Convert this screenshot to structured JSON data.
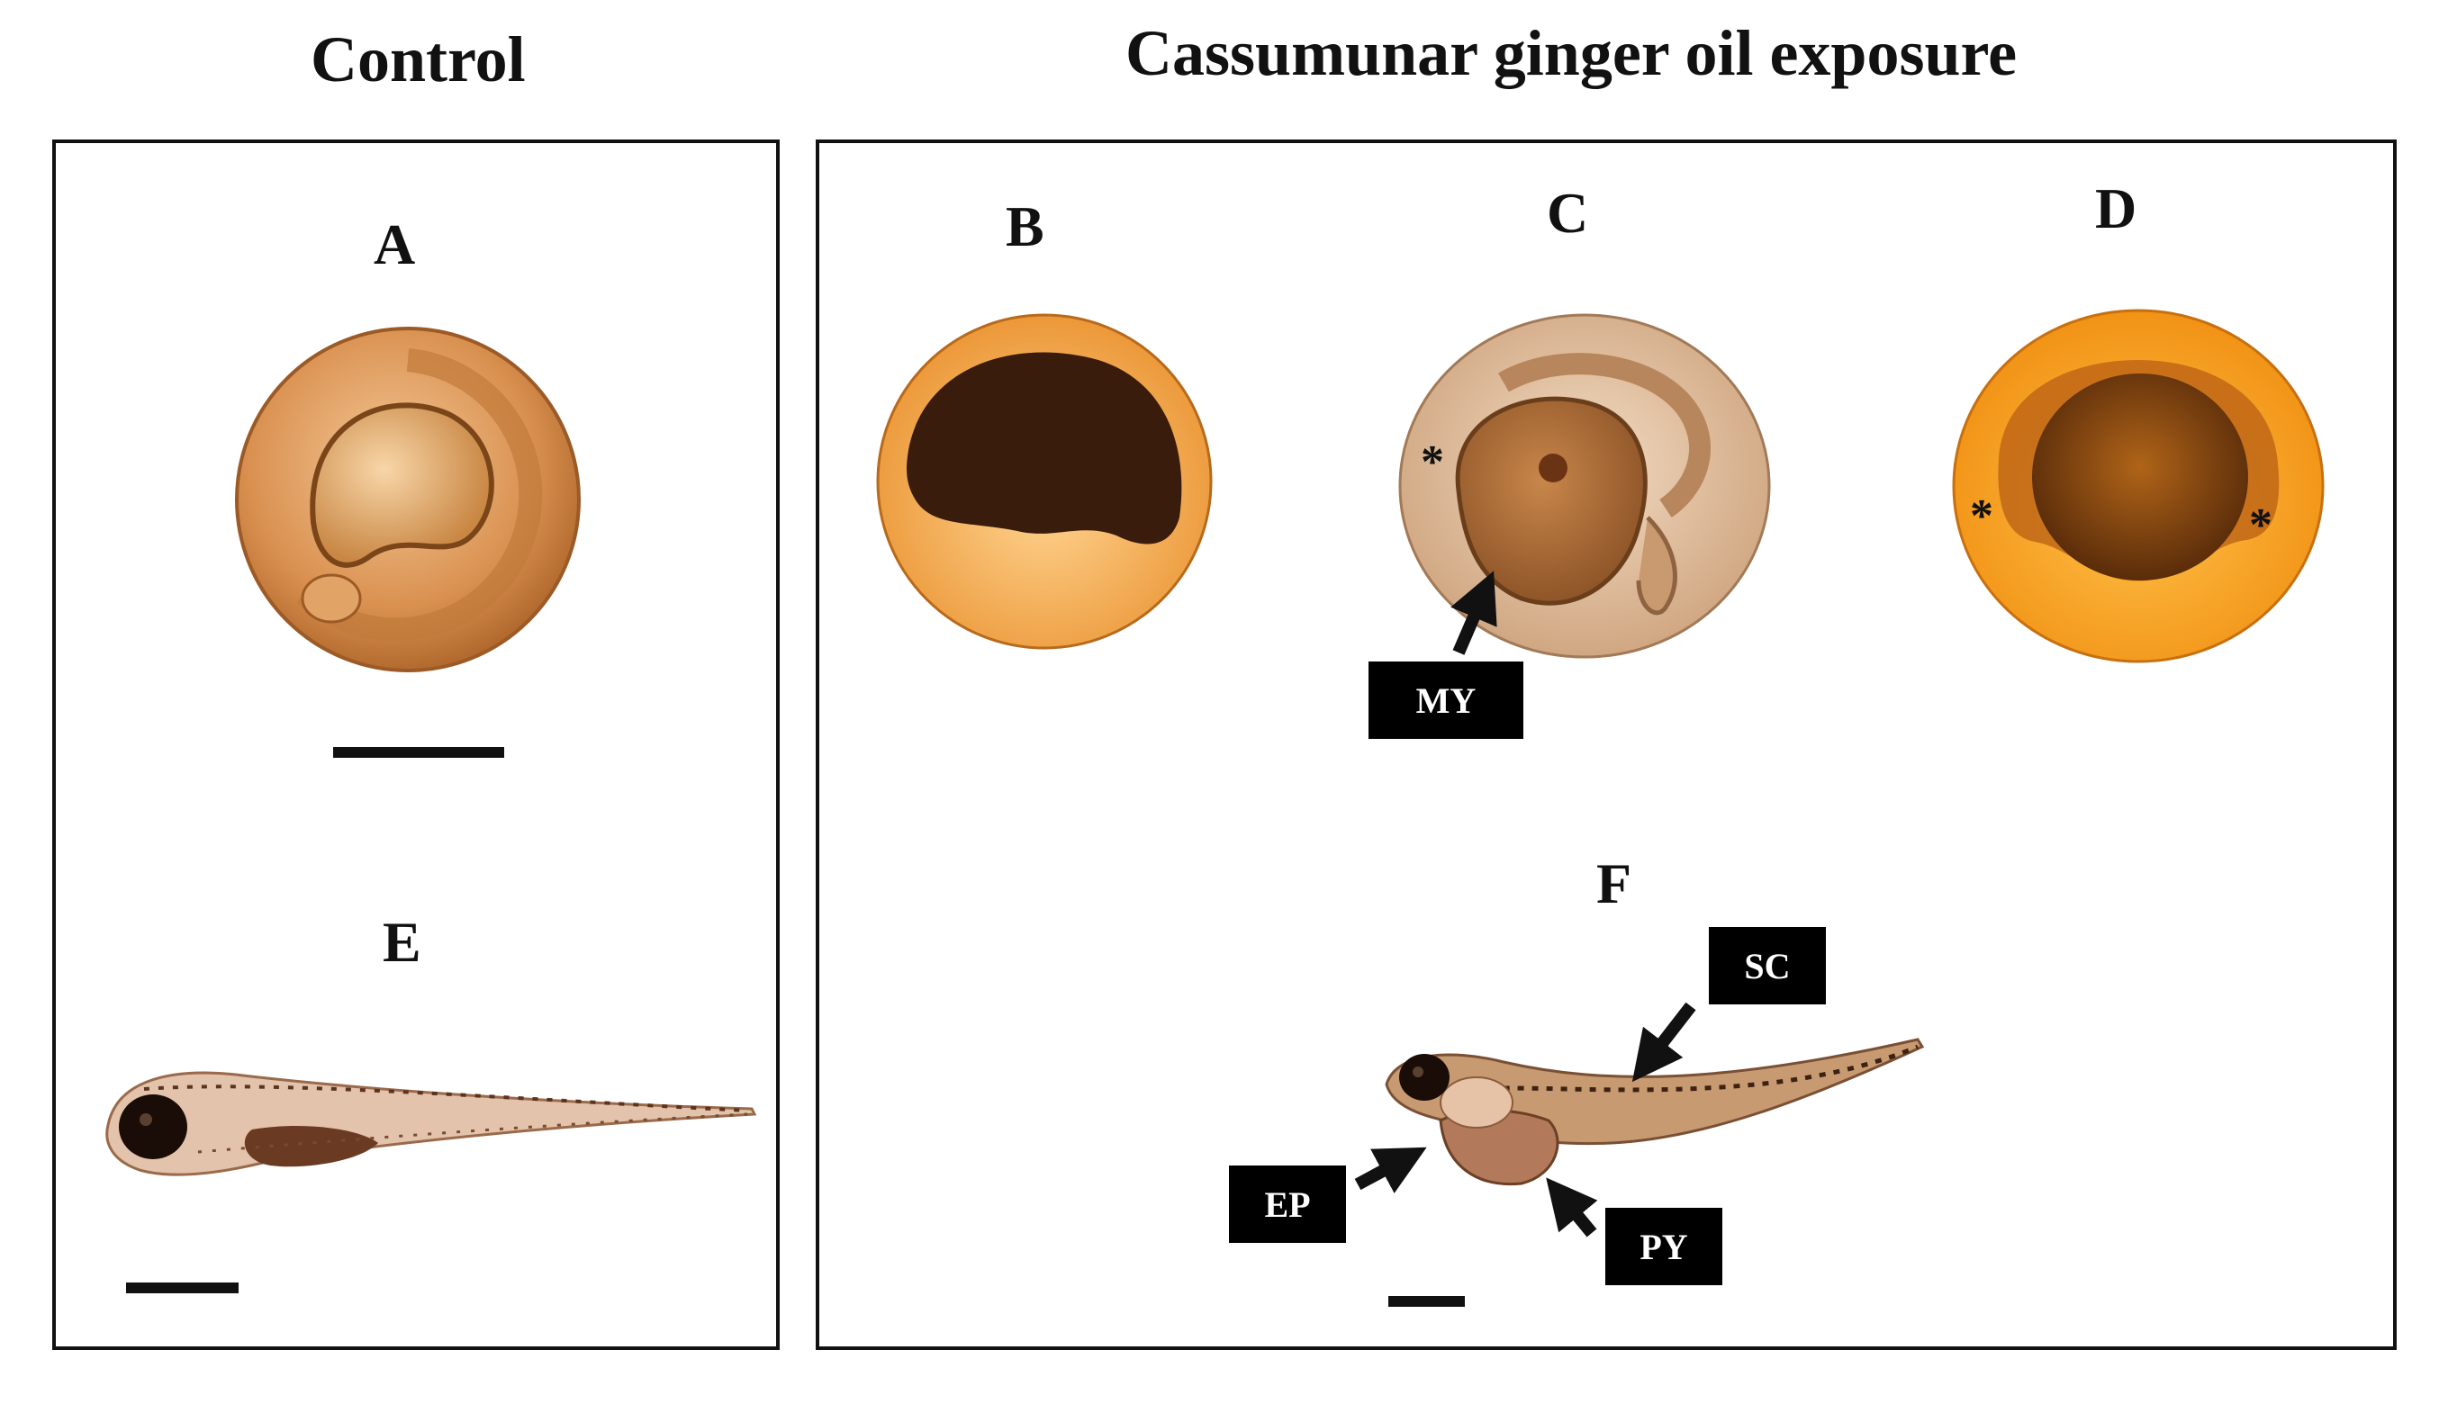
{
  "headings": {
    "control": "Control",
    "exposure": "Cassumunar ginger oil exposure"
  },
  "panels": {
    "a": "A",
    "b": "B",
    "c": "C",
    "d": "D",
    "e": "E",
    "f": "F"
  },
  "annotations": {
    "my": "MY",
    "sc": "SC",
    "ep": "EP",
    "py": "PY",
    "marker": "*"
  },
  "colors": {
    "embryo_light": "#e9b07a",
    "embryo_mid": "#c97a3c",
    "embryo_dark": "#3a1d0f",
    "chorion_orange": "#f3a030",
    "larva_body": "#d8b39a",
    "ink": "#111111"
  }
}
